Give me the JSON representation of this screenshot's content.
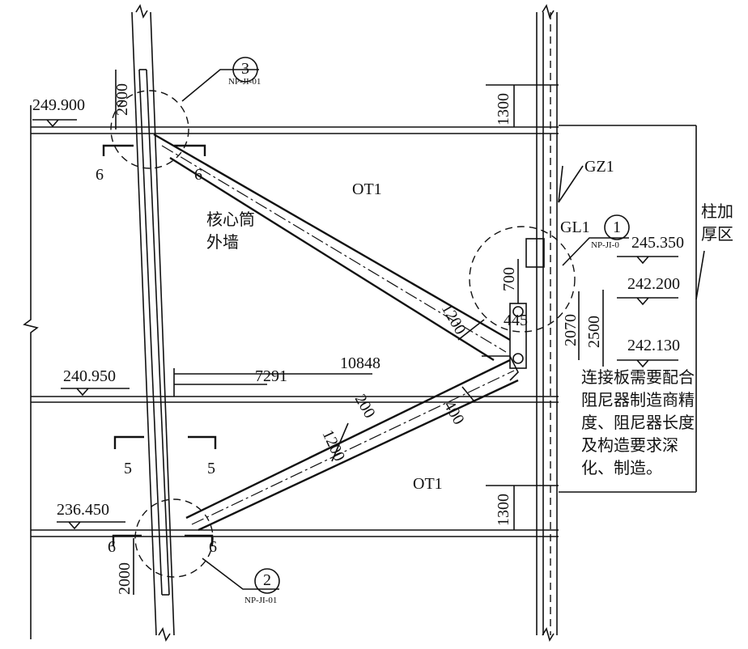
{
  "elevations": {
    "e1": "249.900",
    "e2": "240.950",
    "e3": "236.450",
    "e4": "245.350",
    "e5": "242.200",
    "e6": "242.130"
  },
  "dimensions": {
    "d2000a": "2000",
    "d2000b": "2000",
    "d1300a": "1300",
    "d1300b": "1300",
    "d700": "700",
    "d445": "445",
    "d2070": "2070",
    "d2500": "2500",
    "d1200a": "1200",
    "d1200b": "1200",
    "d7291": "7291",
    "d10848": "10848",
    "d200": "200",
    "d400": "400"
  },
  "labels": {
    "ot1a": "OT1",
    "ot1b": "OT1",
    "gz1": "GZ1",
    "gl1": "GL1",
    "core1": "核心筒",
    "core2": "外墙",
    "col1": "柱加",
    "col2": "厚区"
  },
  "sections": {
    "s6a": "6",
    "s6b": "6",
    "s6c": "6",
    "s6d": "6",
    "s5a": "5",
    "s5b": "5"
  },
  "details": [
    {
      "num": "3",
      "ref": "NP-JI-01"
    },
    {
      "num": "1",
      "ref": "NP-JI-0"
    },
    {
      "num": "2",
      "ref": "NP-JI-01"
    }
  ],
  "note": [
    "连接板需要配合",
    "阻尼器制造商精",
    "度、阻尼器长度",
    "及构造要求深",
    "化、制造。"
  ]
}
